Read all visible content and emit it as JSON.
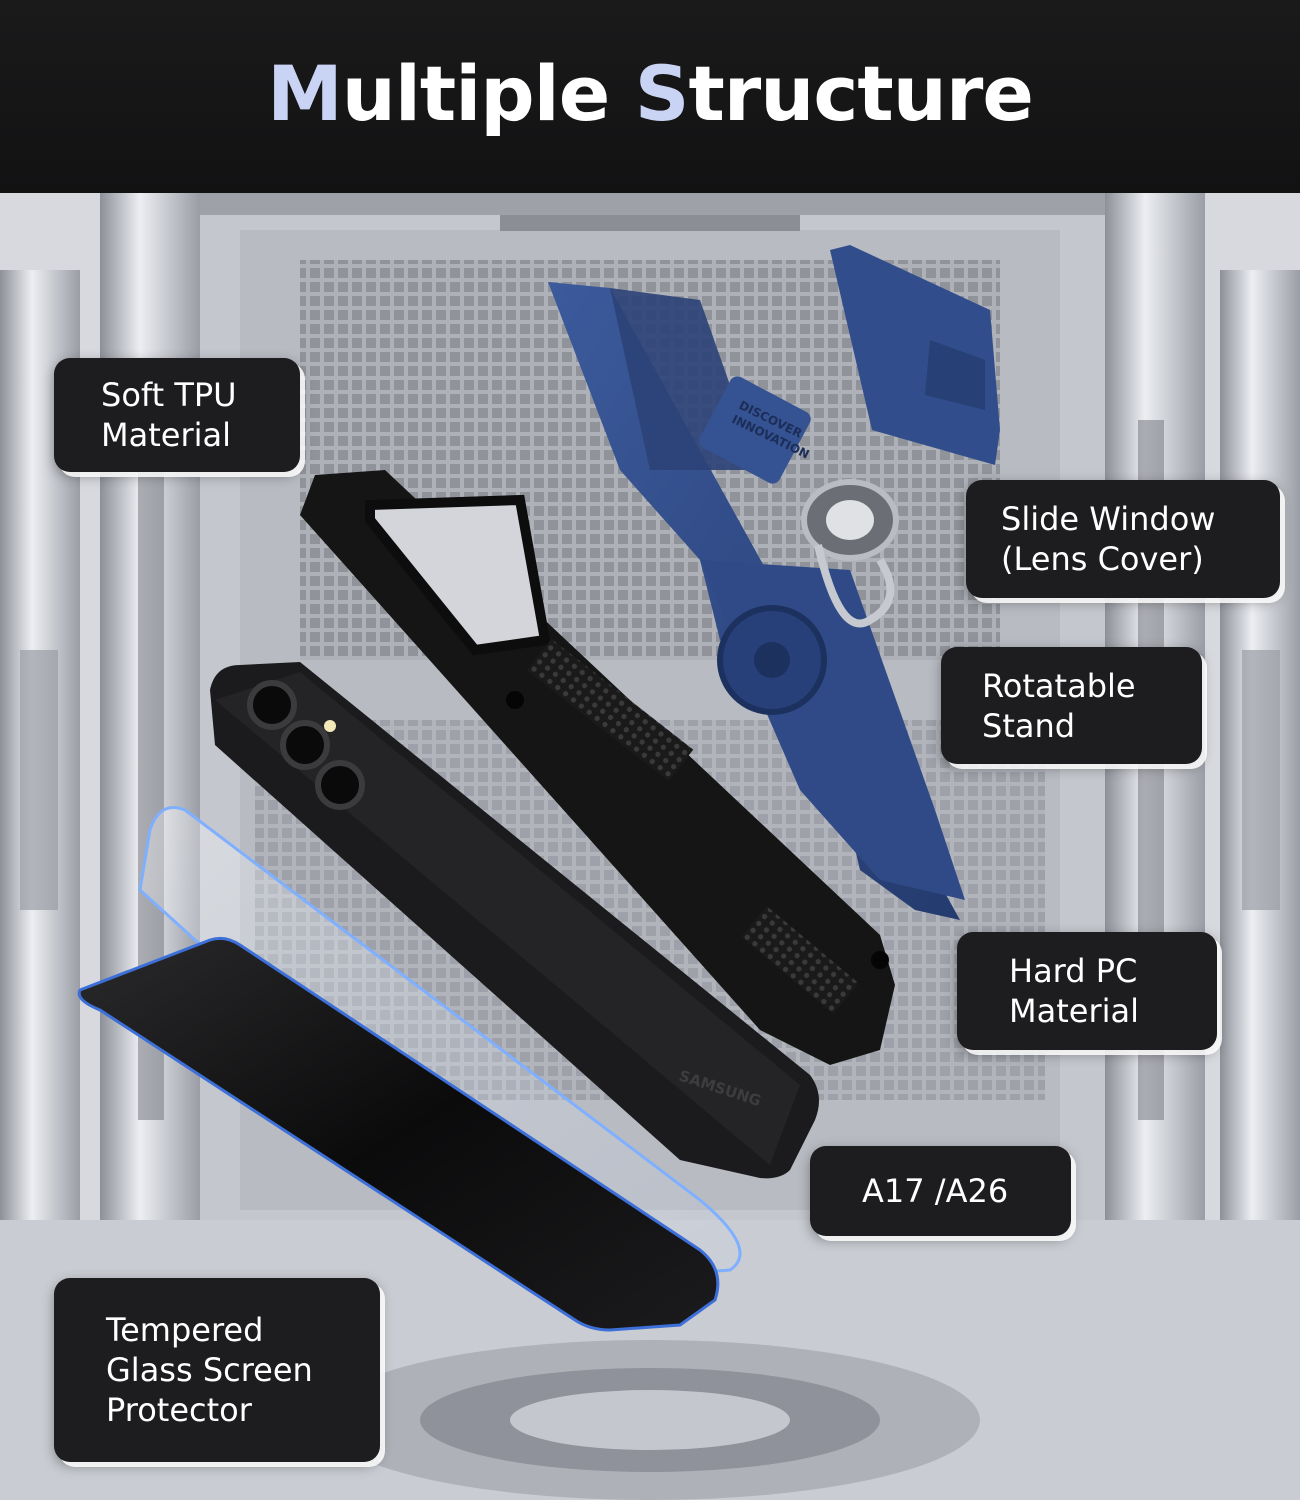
{
  "header": {
    "title_parts": [
      {
        "text": "M",
        "accent": true
      },
      {
        "text": "ultiple ",
        "accent": false
      },
      {
        "text": "S",
        "accent": true
      },
      {
        "text": "tructure",
        "accent": false
      }
    ]
  },
  "labels": {
    "soft_tpu": [
      "Soft TPU",
      "Material"
    ],
    "slide_window": [
      "Slide Window",
      "(Lens Cover)"
    ],
    "rotatable_stand": [
      "Rotatable",
      "Stand"
    ],
    "hard_pc": [
      "Hard PC",
      "Material"
    ],
    "model": [
      "A17 /A26"
    ],
    "tempered_glass": [
      "Tempered",
      "Glass Screen",
      "Protector"
    ]
  },
  "engravings": {
    "case_text": [
      "DISCOVER",
      "INNOVATION"
    ],
    "phone_brand": "SAMSUNG"
  },
  "colors": {
    "label_bg": "#1d1d1f",
    "title_accent": "#c9d4f5",
    "case_blue": "#2f4a86",
    "tpu_black": "#151515"
  }
}
